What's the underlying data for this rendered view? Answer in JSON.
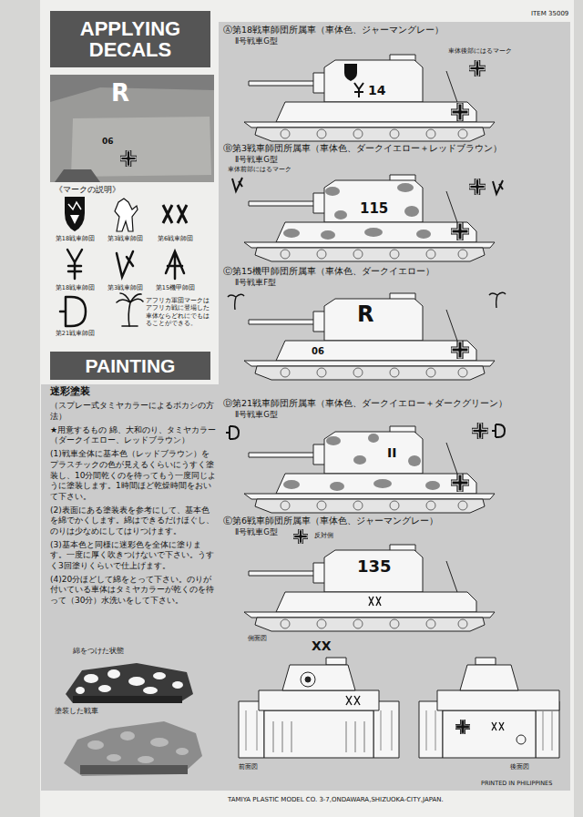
{
  "diagram": {
    "nodes": [
      {
        "text": [
          "APPLYING DECALS"
        ]
      },
      {
        "text": [
          "PAINTING"
        ]
      }
    ],
    "labels": [
      "《マークの説明》",
      "第18戦車師団",
      "第3戦車師団",
      "第6戦車師団",
      "第18戦車師団",
      "第3戦車師団",
      "第15機甲師団",
      "第21戦車師団",
      "アフリカ軍団マークはアフリカ戦に登場した車体ならどれにでもはることができる。",
      "迷彩塗装",
      "（スプレー式タミヤカラーによるボカシの方法）",
      "★用意するもの 綿、大和のり、タミヤカラー（ダークイエロー、レッドブラウン）",
      "(1)戦車全体に基本色（レッドブラウン）をプラスチックの色が見えるくらいにうすく塗装し、10分間乾くのを待ってもう一度同じように塗装します。1時間ほど乾燥時間をおいて下さい。",
      "(2)表面にある塗装表を参考にして、基本色を綿でかくします。綿はできるだけほぐし、のりは少なめにしてはりつけます。",
      "(3)基本色と同様に迷彩色を全体に塗ります。一度に厚く吹きつけないで下さい。うすく3回塗りくらいで仕上げます。",
      "(4)20分ほどして綿をとって下さい。のりが付いている車体はタミヤカラーが乾くのを待って（30分）水洗いをして下さい。",
      "綿をつけた状態",
      "塗装した戦車",
      "R",
      "06",
      "ITEM 35009",
      "Ⓐ第18戦車師団所属車（車体色、ジャーマングレー）",
      "Ⅱ号戦車G型",
      "車体後部にはるマーク",
      "14",
      "Ⓑ第3戦車師団所属車（車体色、ダークイエロー＋レッドブラウン）",
      "Ⅱ号戦車G型",
      "車体前部にはるマーク",
      "115",
      "Ⓒ第15機甲師団所属車（車体色、ダークイエロー）",
      "Ⅱ号戦車F型",
      "R",
      "06",
      "Ⓓ第21戦車師団所属車（車体色、ダークイエロー＋ダークグリーン）",
      "Ⅱ号戦車G型",
      "II",
      "Ⓔ第6戦車師団所属車（車体色、ジャーマングレー）",
      "Ⅱ号戦車G型",
      "反対側",
      "135",
      "側面図",
      "XX",
      "前面図",
      "後面図",
      "TAMIYA PLASTIC MODEL CO. 3-7,ONDAWARA,SHIZUOKA-CITY,JAPAN.",
      "PRINTED IN PHILIPPINES"
    ]
  }
}
